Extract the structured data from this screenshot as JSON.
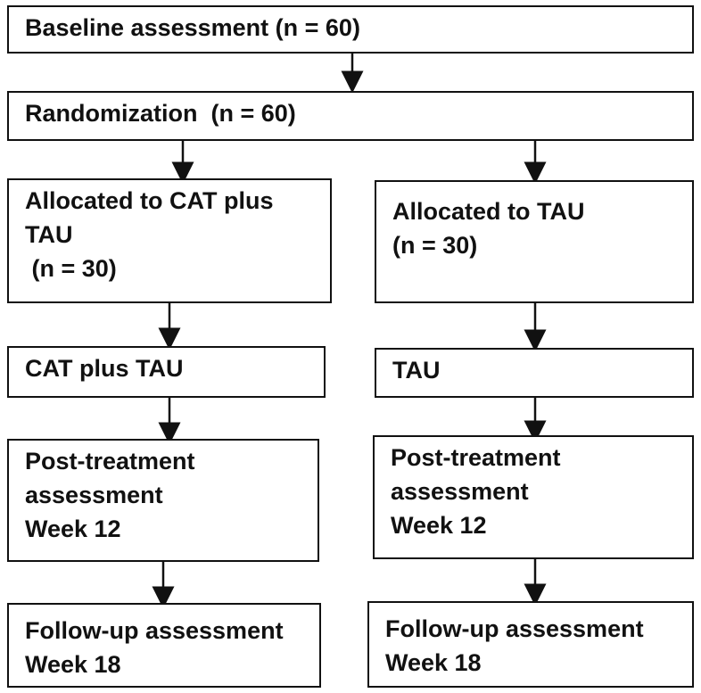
{
  "baseline": {
    "label": "Baseline assessment (n = 60)"
  },
  "randomization": {
    "label": "Randomization  (n = 60)"
  },
  "left": {
    "allocated": [
      "Allocated to CAT plus",
      "TAU",
      " (n = 30)"
    ],
    "treatment": "CAT plus TAU",
    "post": [
      "Post-treatment",
      "assessment",
      "Week 12"
    ],
    "followup": [
      "Follow-up assessment",
      "Week 18"
    ]
  },
  "right": {
    "allocated": [
      "Allocated to TAU",
      "(n = 30)"
    ],
    "treatment": "TAU",
    "post": [
      "Post-treatment",
      "assessment",
      "Week 12"
    ],
    "followup": [
      "Follow-up assessment",
      "Week 18"
    ]
  }
}
